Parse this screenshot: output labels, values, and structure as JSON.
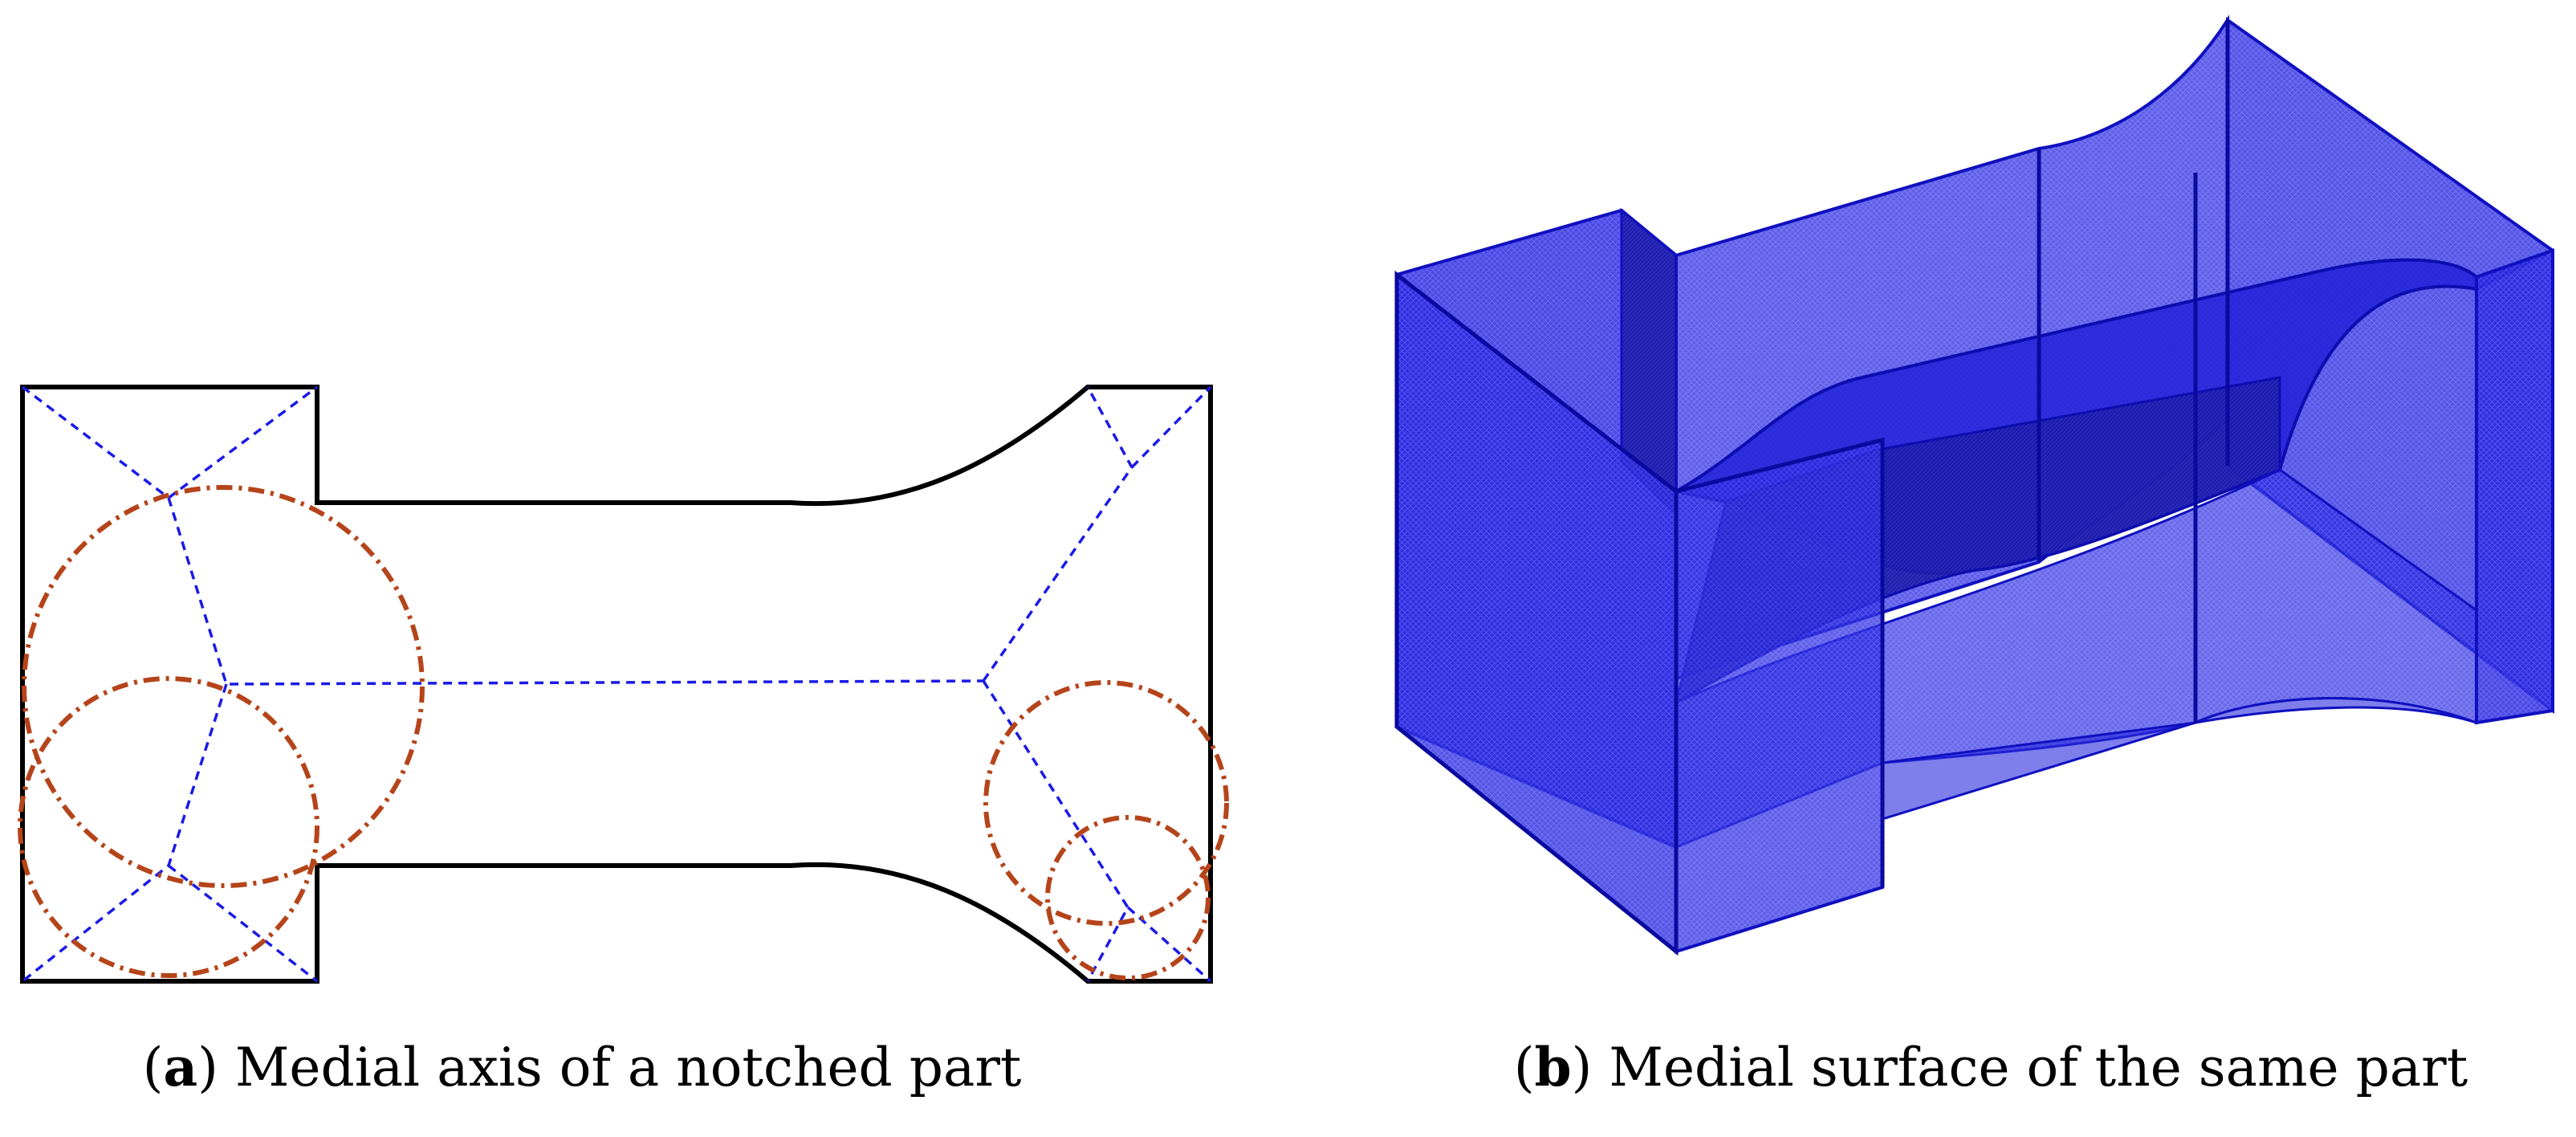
{
  "panels": [
    {
      "letter": "a",
      "caption_text": "Medial axis of a notched part",
      "description": "2D notched part outline with dashed medial axis and dash-dot maximal inscribed circles"
    },
    {
      "letter": "b",
      "caption_text": "Medial surface of the same part",
      "description": "3D translucent medial surface mesh of the notched part"
    }
  ],
  "colors": {
    "outline": "#000000",
    "medial_axis": "#1a1ae6",
    "circles": "#b5441a",
    "surface_fill": "#3030e8",
    "surface_edge": "#1010c0"
  }
}
